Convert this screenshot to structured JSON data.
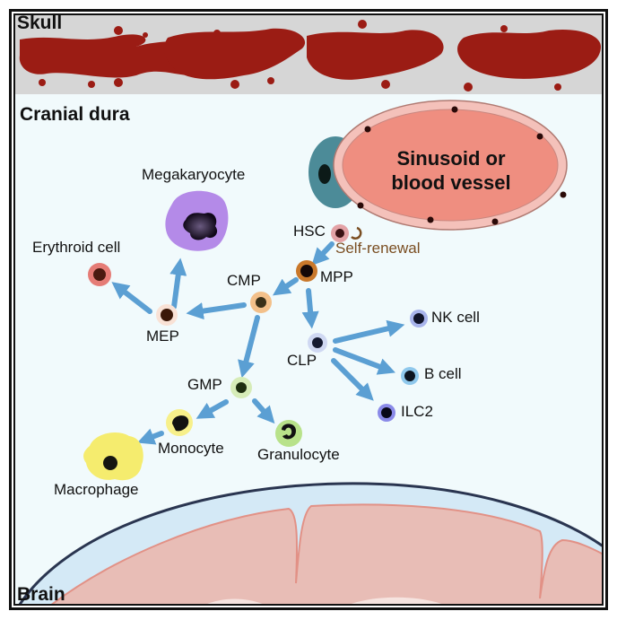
{
  "regions": {
    "skull": "Skull",
    "dura": "Cranial dura",
    "brain": "Brain",
    "vessel_line1": "Sinusoid or",
    "vessel_line2": "blood vessel"
  },
  "cells": {
    "hsc": "HSC",
    "self_renewal": "Self-renewal",
    "mpp": "MPP",
    "cmp": "CMP",
    "mep": "MEP",
    "megakaryocyte": "Megakaryocyte",
    "erythroid": "Erythroid cell",
    "clp": "CLP",
    "nk": "NK cell",
    "b": "B cell",
    "ilc2": "ILC2",
    "gmp": "GMP",
    "monocyte": "Monocyte",
    "granulocyte": "Granulocyte",
    "macrophage": "Macrophage"
  },
  "colors": {
    "skull_bone": "#d6d6d6",
    "marrow": "#9b1c14",
    "dura_bg": "#f1fafc",
    "vessel_fill": "#ef8e80",
    "vessel_wall": "#f4c1ba",
    "arrow": "#5b9fd3",
    "brain": "#e8bdb6",
    "meninges": "#d4e9f6"
  }
}
